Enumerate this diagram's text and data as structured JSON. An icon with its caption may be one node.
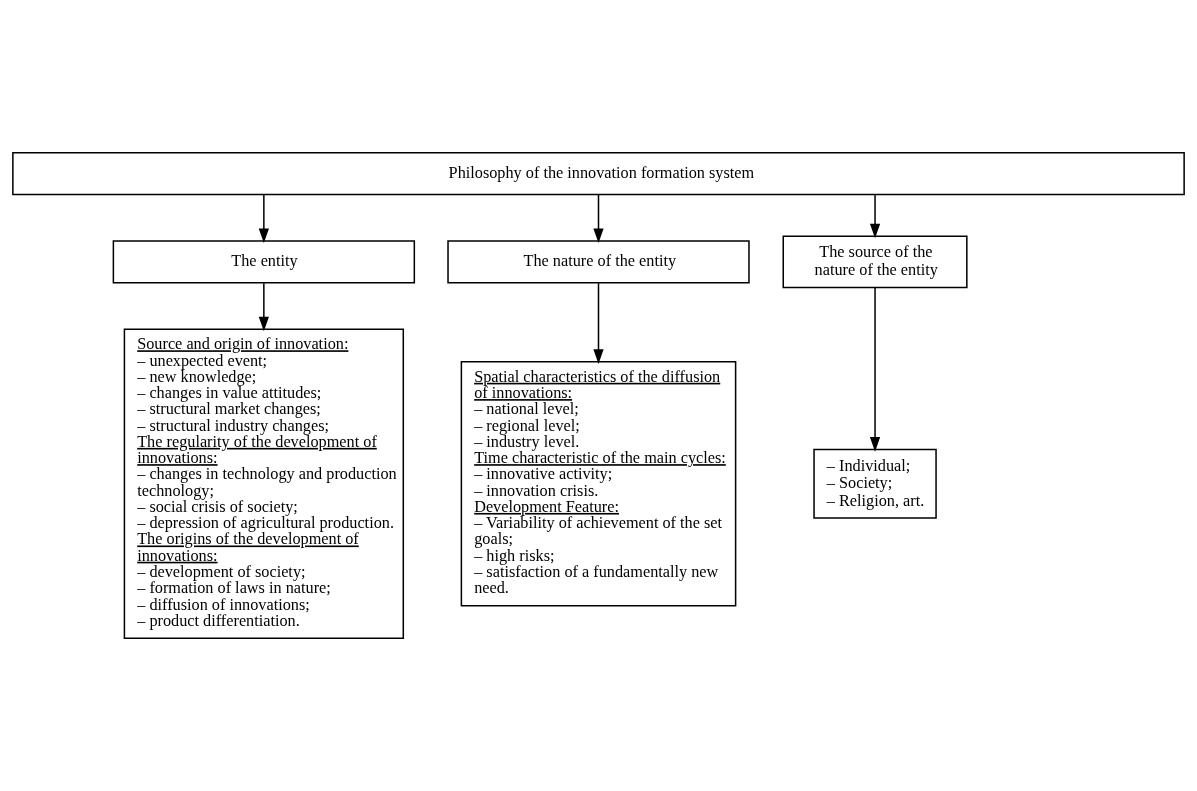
{
  "diagram": {
    "nodes": [
      {
        "text": [
          "Philosophy of the innovation formation system"
        ]
      },
      {
        "text": [
          "The entity"
        ]
      },
      {
        "text": [
          "The nature of the entity"
        ]
      },
      {
        "text": [
          "The source of the nature of the entity"
        ]
      },
      {
        "text": [
          "Source and origin of innovation:",
          "– unexpected event;",
          "– new knowledge;",
          "– changes in value attitudes;",
          "– structural market changes;",
          "– structural industry changes;",
          "The regularity of the development of innovations:",
          "– changes in technology and production technology;",
          "– social crisis of society;",
          "– depression of agricultural production.",
          "The origins of the development of innovations:",
          "– development of society;",
          "– formation of laws in nature;",
          "– diffusion of innovations;",
          "– product differentiation."
        ]
      },
      {
        "text": [
          "Spatial characteristics of the diffusion of innovations:",
          "– national level;",
          "– regional level;",
          "– industry level.",
          "Time characteristic of the main cycles:",
          "– innovative activity;",
          "– innovation crisis.",
          "Development Feature:",
          "– Variability of achievement of the set goals;",
          "– high risks;",
          "– satisfaction of a fundamentally new need."
        ]
      },
      {
        "text": [
          "– Individual;",
          "– Society;",
          "– Religion, art."
        ]
      }
    ],
    "edges": [
      {
        "from": 0,
        "to": 1,
        "arrow": "to"
      },
      {
        "from": 0,
        "to": 2,
        "arrow": "to"
      },
      {
        "from": 0,
        "to": 3,
        "arrow": "to"
      },
      {
        "from": 1,
        "to": 4,
        "arrow": "to"
      },
      {
        "from": 2,
        "to": 5,
        "arrow": "to"
      },
      {
        "from": 3,
        "to": 6,
        "arrow": "to"
      }
    ]
  }
}
